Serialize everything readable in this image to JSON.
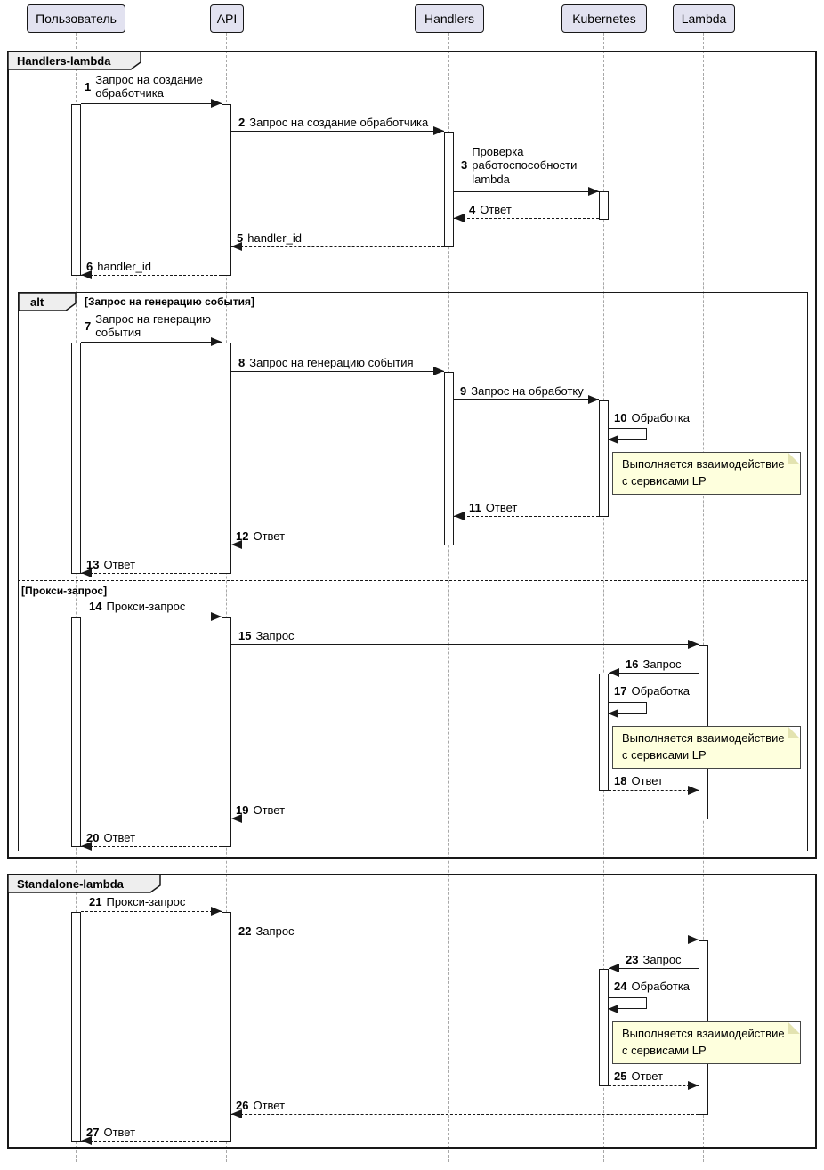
{
  "participants": [
    {
      "label": "Пользователь"
    },
    {
      "label": "API"
    },
    {
      "label": "Handlers"
    },
    {
      "label": "Kubernetes"
    },
    {
      "label": "Lambda"
    }
  ],
  "frames": {
    "f1": {
      "title": "Handlers-lambda"
    },
    "alt": {
      "title": "alt",
      "guard_a": "[Запрос на генерацию события]",
      "guard_b": "[Прокси-запрос]"
    },
    "f2": {
      "title": "Standalone-lambda"
    }
  },
  "note": {
    "line1": "Выполняется взаимодействие",
    "line2": "с сервисами LP"
  },
  "colors": {
    "participant_fill": "#E2E2F0",
    "frame_header_fill": "#EEEEEE",
    "note_fill": "#FEFFDD",
    "line": "#181818"
  },
  "messages": [
    {
      "n": "1",
      "t": "Запрос на создание обработчика"
    },
    {
      "n": "2",
      "t": "Запрос на создание обработчика"
    },
    {
      "n": "3",
      "t": "Проверка работоспособности lambda"
    },
    {
      "n": "4",
      "t": "Ответ"
    },
    {
      "n": "5",
      "t": "handler_id"
    },
    {
      "n": "6",
      "t": "handler_id"
    },
    {
      "n": "7",
      "t": "Запрос на генерацию события"
    },
    {
      "n": "8",
      "t": "Запрос на генерацию события"
    },
    {
      "n": "9",
      "t": "Запрос на обработку"
    },
    {
      "n": "10",
      "t": "Обработка"
    },
    {
      "n": "11",
      "t": "Ответ"
    },
    {
      "n": "12",
      "t": "Ответ"
    },
    {
      "n": "13",
      "t": "Ответ"
    },
    {
      "n": "14",
      "t": "Прокси-запрос"
    },
    {
      "n": "15",
      "t": "Запрос"
    },
    {
      "n": "16",
      "t": "Запрос"
    },
    {
      "n": "17",
      "t": "Обработка"
    },
    {
      "n": "18",
      "t": "Ответ"
    },
    {
      "n": "19",
      "t": "Ответ"
    },
    {
      "n": "20",
      "t": "Ответ"
    },
    {
      "n": "21",
      "t": "Прокси-запрос"
    },
    {
      "n": "22",
      "t": "Запрос"
    },
    {
      "n": "23",
      "t": "Запрос"
    },
    {
      "n": "24",
      "t": "Обработка"
    },
    {
      "n": "25",
      "t": "Ответ"
    },
    {
      "n": "26",
      "t": "Ответ"
    },
    {
      "n": "27",
      "t": "Ответ"
    }
  ]
}
